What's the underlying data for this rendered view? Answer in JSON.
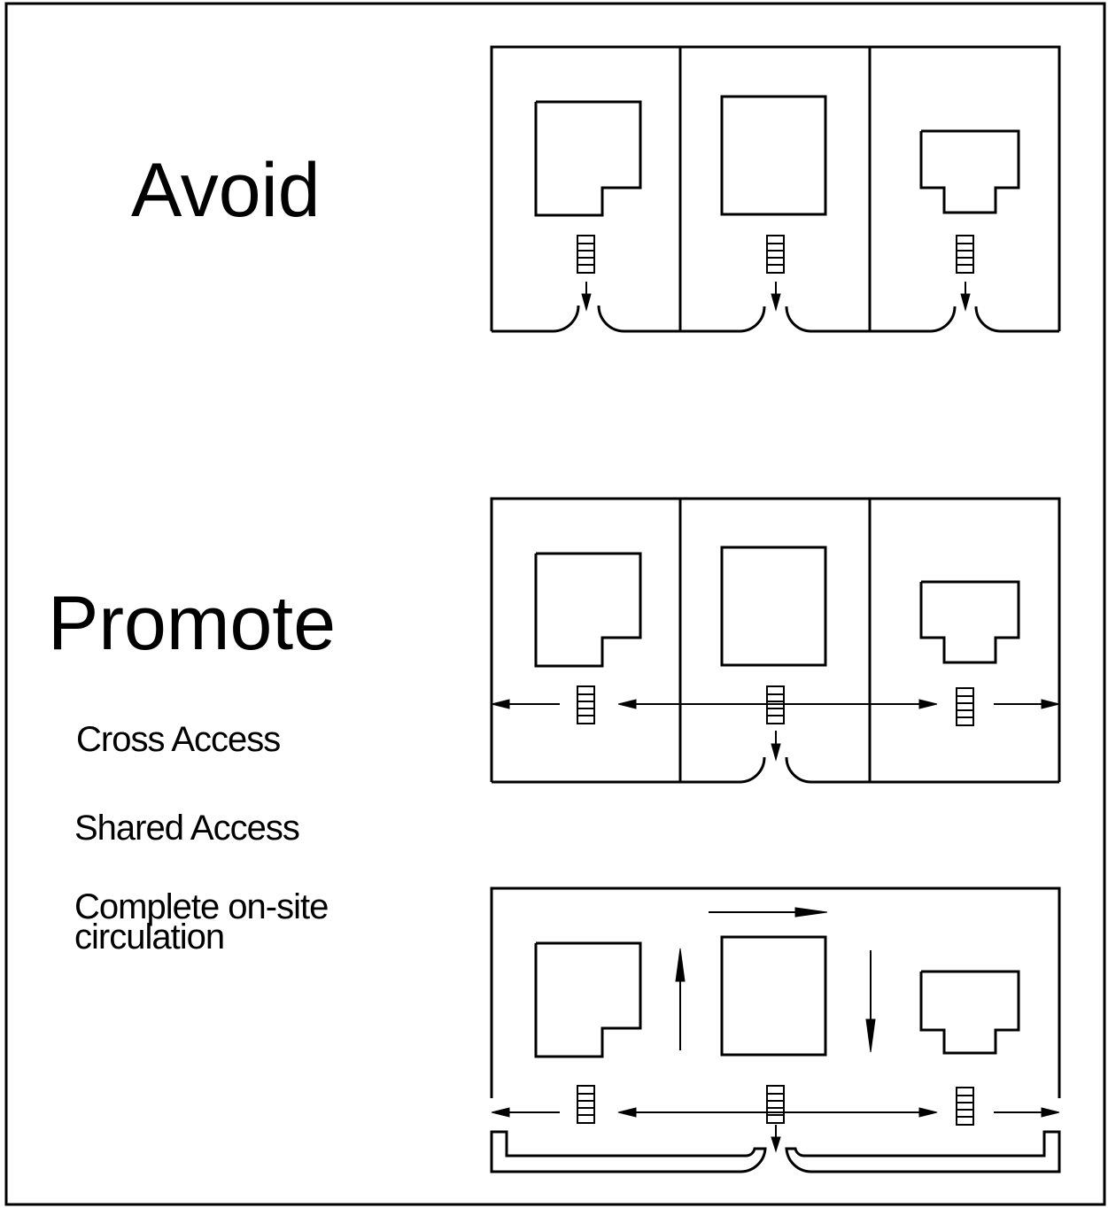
{
  "labels": {
    "avoid": "Avoid",
    "promote": "Promote",
    "cross_access": "Cross Access",
    "shared_access": "Shared Access",
    "complete_circulation": "Complete on-site circulation"
  },
  "colors": {
    "ink": "#000000",
    "background": "#ffffff"
  }
}
